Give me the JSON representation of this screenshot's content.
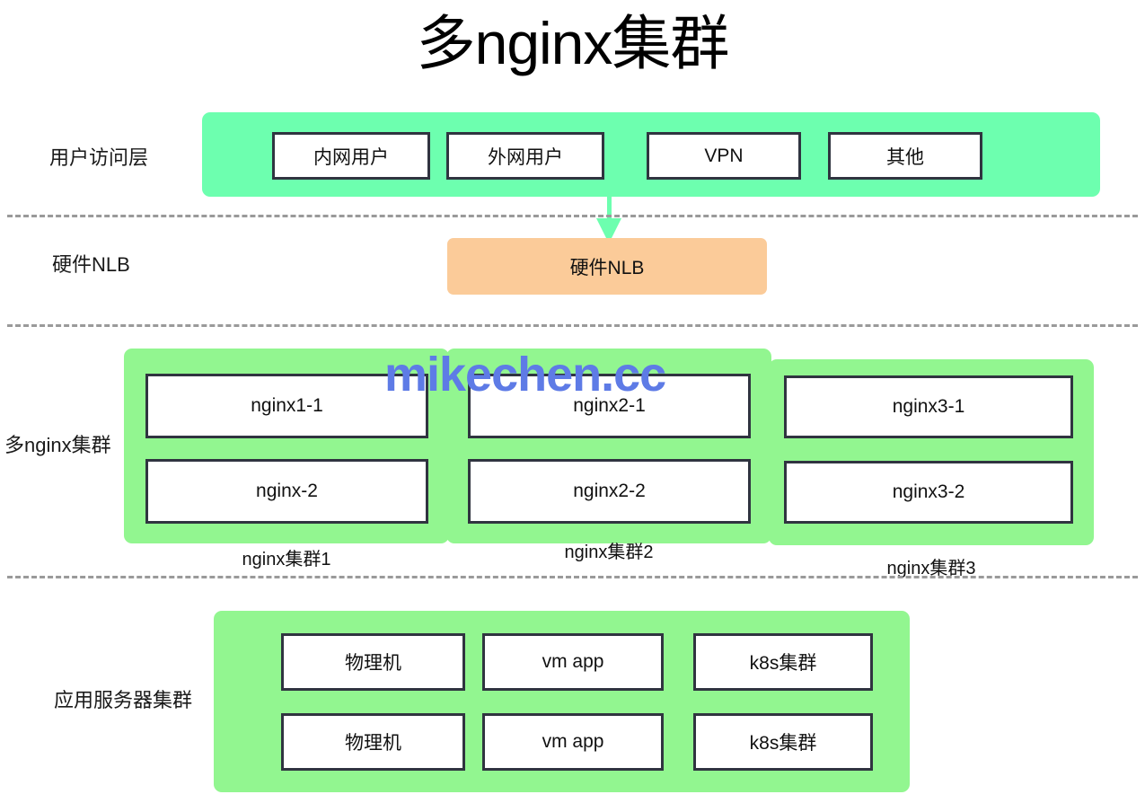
{
  "title": "多nginx集群",
  "watermark": "mikechen.cc",
  "colors": {
    "user_band": "#6DFFAF",
    "cluster_band": "#92F690",
    "app_band": "#92F690",
    "nlb_box": "#FBCB99",
    "node_border": "#303440",
    "separator": "#9a9a9a",
    "watermark": "#5E7BE6",
    "arrow": "#6DFFAF",
    "background": "#FFFFFF"
  },
  "layers": [
    {
      "label": "用户访问层",
      "nodes": [
        "内网用户",
        "外网用户",
        "VPN",
        "其他"
      ]
    },
    {
      "label": "硬件NLB",
      "nodes": [
        "硬件NLB"
      ]
    },
    {
      "label": "多nginx集群",
      "clusters": [
        {
          "caption": "nginx集群1",
          "nodes": [
            "nginx1-1",
            "nginx-2"
          ]
        },
        {
          "caption": "nginx集群2",
          "nodes": [
            "nginx2-1",
            "nginx2-2"
          ]
        },
        {
          "caption": "nginx集群3",
          "nodes": [
            "nginx3-1",
            "nginx3-2"
          ]
        }
      ]
    },
    {
      "label": "应用服务器集群",
      "rows": [
        [
          "物理机",
          "vm app",
          "k8s集群"
        ],
        [
          "物理机",
          "vm app",
          "k8s集群"
        ]
      ]
    }
  ]
}
